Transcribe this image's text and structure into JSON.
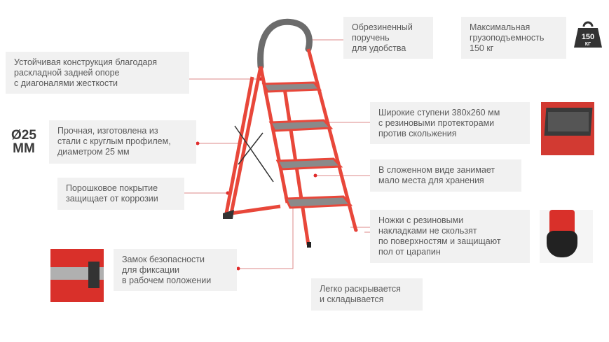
{
  "callouts": {
    "handrail": [
      "Обрезиненный",
      "поручень",
      "для удобства"
    ],
    "capacity": [
      "Максимальная",
      "грузоподъемность",
      "150 кг"
    ],
    "stable": [
      "Устойчивая конструкция благодаря",
      "раскладной задней опоре",
      "с диагоналями жесткости"
    ],
    "steps": [
      "Широкие ступени 380х260 мм",
      "с резиновыми протекторами",
      "против скольжения"
    ],
    "strong": [
      "Прочная, изготовлена из",
      "стали с круглым профилем,",
      "диаметром 25 мм"
    ],
    "folded": [
      "В сложенном виде занимает",
      "мало места для хранения"
    ],
    "powder": [
      "Порошковое покрытие",
      "защищает от коррозии"
    ],
    "feet": [
      "Ножки с резиновыми",
      "накладками не скользят",
      "по поверхностям и защищают",
      "пол от царапин"
    ],
    "lock": [
      "Замок безопасности",
      "для фиксации",
      "в рабочем положении"
    ],
    "easy": [
      "Легко раскрывается",
      "и складывается"
    ]
  },
  "diameter": {
    "value": "Ø25",
    "unit": "ММ"
  },
  "weight_badge": {
    "value": "150",
    "unit": "КГ"
  },
  "colors": {
    "frame": "#e8473a",
    "accent": "#e02b2b",
    "panel": "#f1f1f1",
    "text": "#5a5a5a",
    "step": "#8a8a8a"
  }
}
